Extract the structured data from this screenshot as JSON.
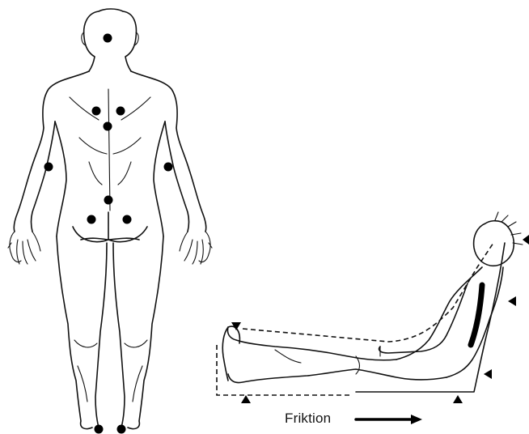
{
  "diagram": {
    "friction_label": "Friktion",
    "icons": {
      "friction_arrow": "arrow-right-icon",
      "pressure_point": "dot-marker",
      "pressure_direction": "triangle-marker"
    },
    "colors": {
      "line": "#111111",
      "marker": "#000000",
      "background": "#ffffff"
    }
  }
}
